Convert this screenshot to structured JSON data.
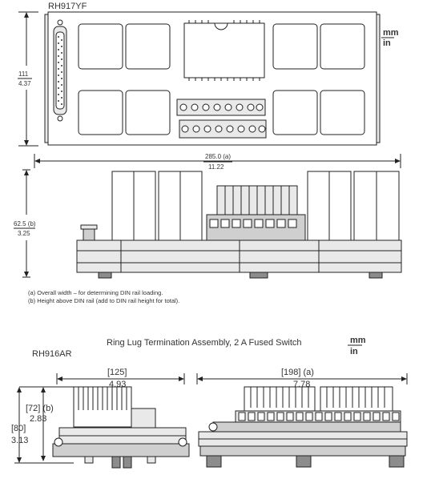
{
  "top": {
    "model": "RH917YF",
    "units": {
      "mm": "mm",
      "in": "in"
    },
    "height_mm": "111",
    "height_in": "4.37",
    "width_label": "285.0 (a)",
    "width_in": "11.22",
    "side_height_label": "62.5 (b)",
    "side_height_in": "3.25",
    "note_a": "(a) Overall width – for determining DIN rail loading.",
    "note_b": "(b) Height above DIN rail (add to DIN rail height for total)."
  },
  "bottom": {
    "title": "Ring Lug Termination Assembly, 2 A Fused Switch",
    "units": {
      "mm": "mm",
      "in": "in"
    },
    "model": "RH916AR",
    "width1_mm": "[125]",
    "width1_in": "4.93",
    "height_b_mm": "[72] (b)",
    "height_b_in": "2.83",
    "height_total_mm": "[80]",
    "height_total_in": "3.13",
    "width2_mm": "[198] (a)",
    "width2_in": "7.78"
  }
}
